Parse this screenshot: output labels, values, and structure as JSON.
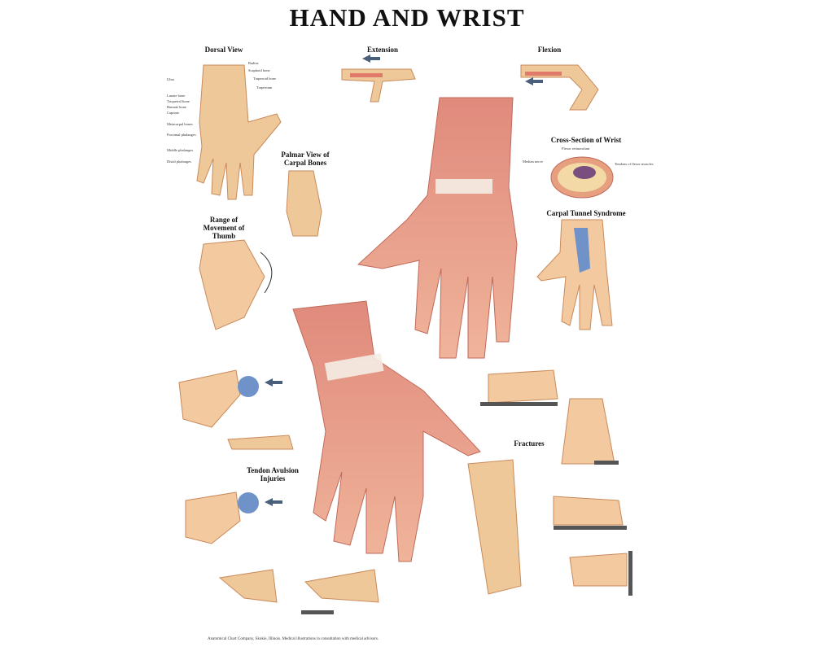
{
  "title": "HAND AND WRIST",
  "sections": {
    "dorsal_view": "Dorsal View",
    "extension": "Extension",
    "flexion": "Flexion",
    "cross_section": "Cross-Section of Wrist",
    "palmar_carpal": "Palmar View of Carpal Bones",
    "thumb_range": "Range of Movement of Thumb",
    "carpal_tunnel": "Carpal Tunnel Syndrome",
    "fractures": "Fractures",
    "tendon_avulsion": "Tendon Avulsion Injuries"
  },
  "dorsal_labels": [
    "Radius",
    "Scaphoid bone",
    "Trapezoid bone",
    "Trapezium",
    "Ulna",
    "Lunate bone",
    "Triquetral bone",
    "Hamate bone",
    "Capitate",
    "Metacarpal bones",
    "Proximal phalanges",
    "Middle phalanges",
    "Distal phalanges"
  ],
  "cross_labels": [
    "Flexor retinaculum",
    "Median nerve",
    "Tendons of flexor muscles"
  ],
  "colors": {
    "muscle": "#d9756a",
    "bone": "#efc89a",
    "skin": "#f3c9a0",
    "tendon": "#f4ede4",
    "nerve": "#6f93c8",
    "arrow": "#4a5f7a"
  },
  "footer": "Anatomical Chart Company, Skokie, Illinois. Medical illustrations in consultation with medical advisors."
}
